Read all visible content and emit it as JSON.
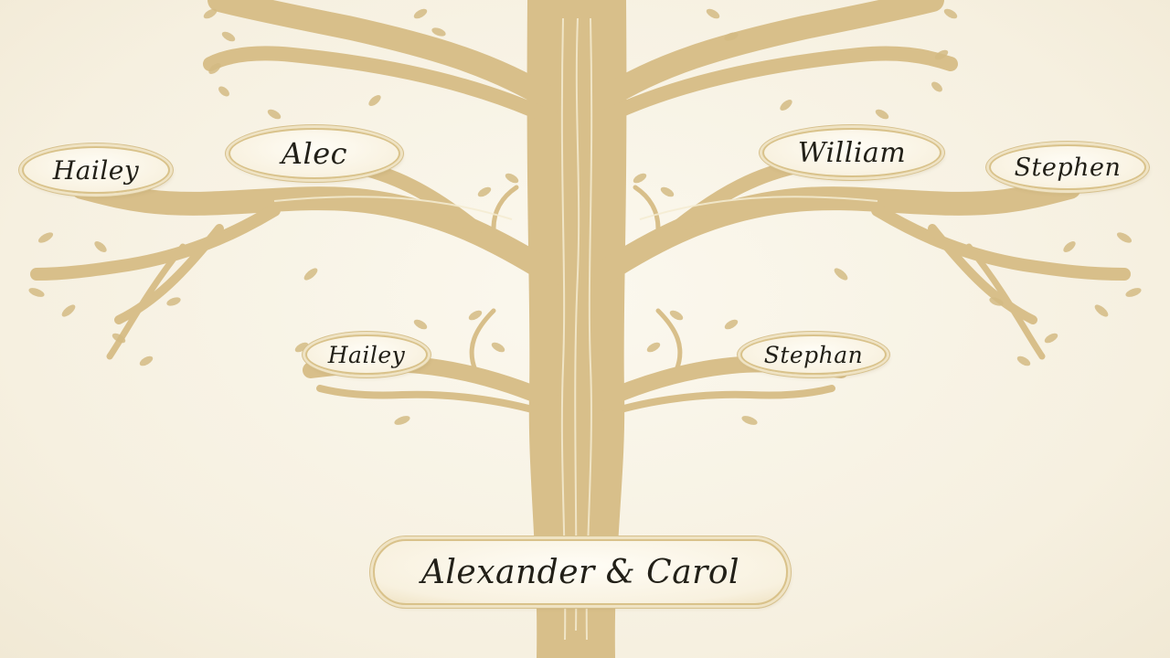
{
  "colors": {
    "background": "#f8f3e6",
    "tree": "#d8bf8a",
    "tree_dark": "#c9aa6c",
    "plaque_border": "#d9c28a",
    "text": "#222018"
  },
  "tree": {
    "root_couple": "Alexander & Carol",
    "left": {
      "outer": "Hailey",
      "upper": "Alec",
      "lower": "Hailey"
    },
    "right": {
      "outer": "Stephen",
      "upper": "William",
      "lower": "Stephan"
    }
  }
}
